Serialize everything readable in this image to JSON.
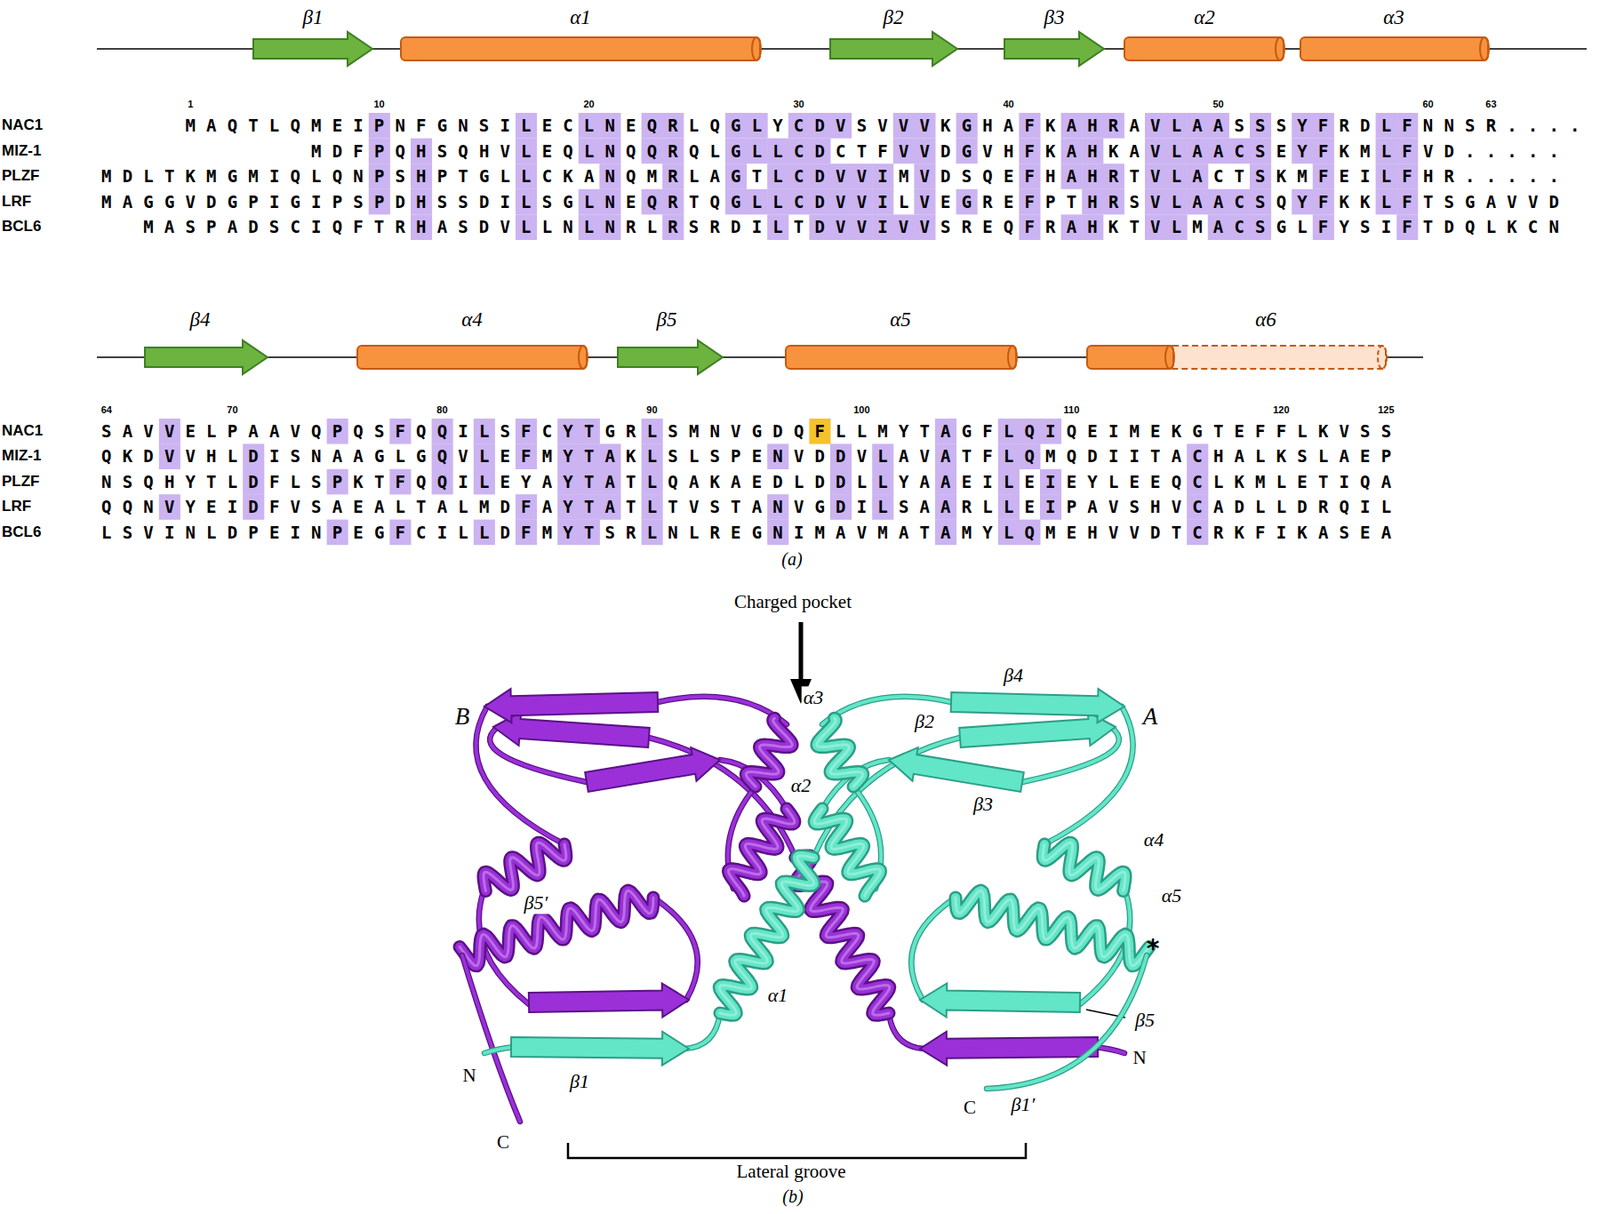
{
  "diagram": {
    "labels": [
      "β1",
      "α1",
      "β2",
      "β3",
      "α2",
      "α3",
      "1",
      "10",
      "20",
      "30",
      "40",
      "50",
      "60",
      "63",
      "NAC1",
      "MAQTLQMEIPNFGNSILECLNEQRLQGLYCDVSVVVKGHAFKAHRAVLAASSSYFRDLFNNSR....",
      "MIZ-1",
      "MDFPQHSQHVLEQLNQQRQLGLLCDCTFVVDGVHFKAHKAVLAACSEYFKMLFVD.....",
      "PLZF",
      "MDLTKMGMIQLQNPSHPTGLLCKANQMRLAGTLCDVVIMVDSQEFHAHRTVLACTSKMFEILFHR.....",
      "LRF",
      "MAGGVDGPIGIPSPDHSSDILSGLNEQRTQGLLCDVVILVEGREFPTHRSVLAACSQYFKKLFTSGAVVD",
      "BCL6",
      "MASPADSCIQFTRHASDVLLNLNRLRSRDILTDVVIVVSREQFRAHKTVLMACSGLFYSIFTDQLKCN",
      "β4",
      "α4",
      "β5",
      "α5",
      "α6",
      "64",
      "70",
      "80",
      "90",
      "100",
      "110",
      "120",
      "125",
      "NAC1",
      "SAVVELPAAVQPQSFQQILSFCYTGRLSMNVGDQFLLMYTAGFLQIQEIMEKGTEFFLKVSS",
      "MIZ-1",
      "QKDVVHLDISNAAGLGQVLEFMYTAKLSLSPENVDDVLAVATFLQMQDIITACHALKSLAEP",
      "PLZF",
      "NSQHYTLDFLSPKTFQQILEYAYTATLQAKAEDLDDLLYAAEILEIEYLEEQCLKMLETIQA",
      "LRF",
      "QQNVYEIDFVSAEALTALMDFAYTATLTVSTANVGDILSAARLLEIPAVSHVCADLLDRQIL",
      "BCL6",
      "LSVINLDPEINPEGFCILLDFMYTSRLNLREGNIMAVMATAMYLQMEHVVDTCRKFIKASEA",
      "(a)",
      "Charged pocket",
      "B",
      "A",
      "α3",
      "β2",
      "β4",
      "α2",
      "β3",
      "α4",
      "α5",
      "*",
      "β5′",
      "α1",
      "β5",
      "N",
      "β1",
      "N",
      "C",
      "β1′",
      "C",
      "Lateral groove",
      "(b)"
    ]
  }
}
